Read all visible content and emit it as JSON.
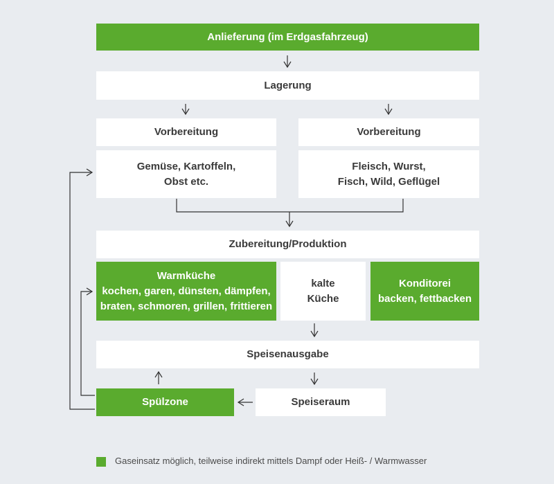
{
  "colors": {
    "gas_green": "#5aab2e",
    "box_white": "#ffffff",
    "background": "#e9ecf0",
    "arrow": "#333333"
  },
  "boxes": {
    "anlieferung": "Anlieferung (im Erdgasfahrzeug)",
    "lagerung": "Lagerung",
    "vorbereitung_left": "Vorbereitung",
    "vorbereitung_right": "Vorbereitung",
    "gemuese": [
      "Gemüse, Kartoffeln,",
      "Obst etc."
    ],
    "fleisch": [
      "Fleisch, Wurst,",
      "Fisch, Wild, Geflügel"
    ],
    "zubereitung": "Zubereitung/Produktion",
    "warmkueche": [
      "Warmküche",
      "kochen, garen, dünsten, dämpfen,",
      "braten, schmoren, grillen, frittieren"
    ],
    "kalte_kueche": [
      "kalte",
      "Küche"
    ],
    "konditorei": [
      "Konditorei",
      "backen, fettbacken"
    ],
    "speisenausgabe": "Speisenausgabe",
    "spuelzone": "Spülzone",
    "speiseraum": "Speiseraum"
  },
  "legend": {
    "text": "Gaseinsatz möglich, teilweise indirekt mittels Dampf oder Heiß- / Warmwasser"
  }
}
